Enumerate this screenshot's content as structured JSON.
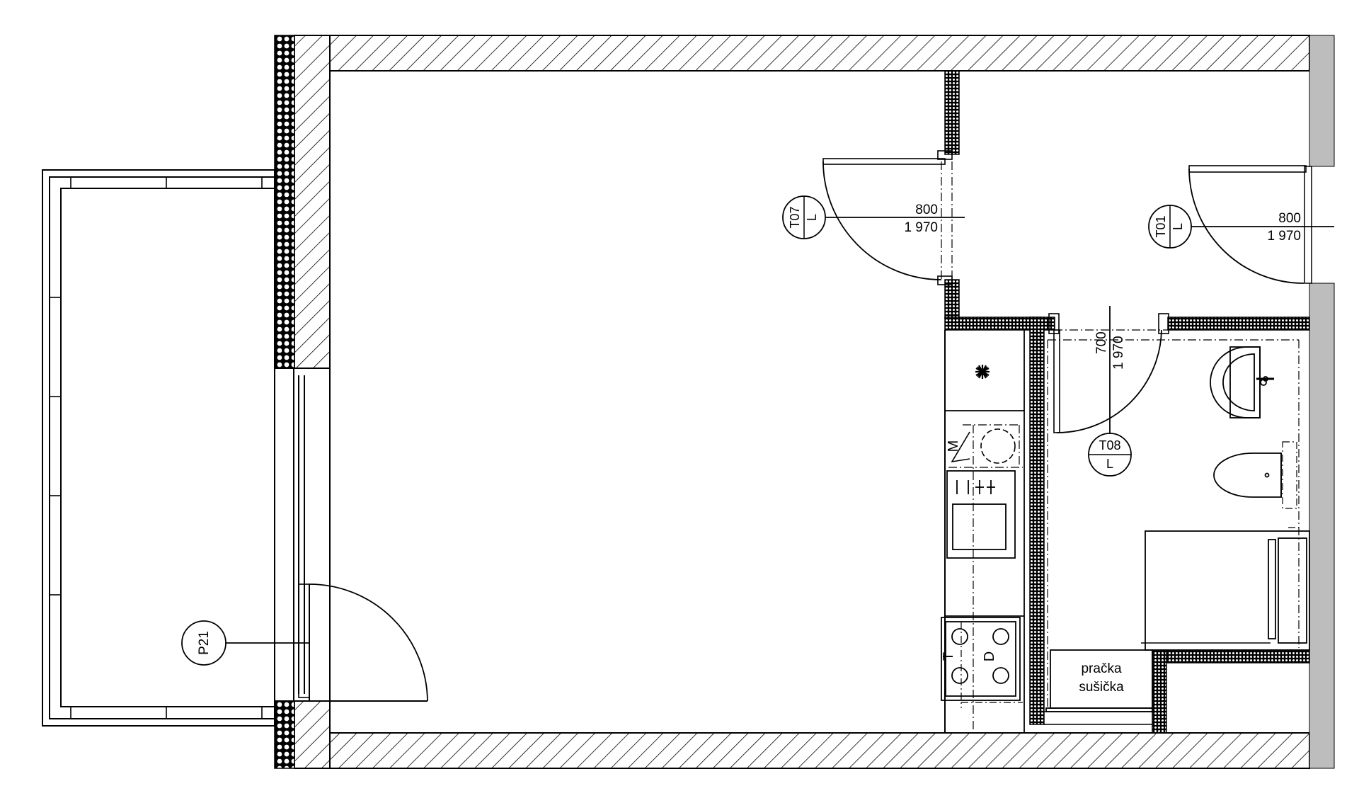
{
  "doors": [
    {
      "tag_top": "T07",
      "tag_bottom": "L",
      "width": "800",
      "height": "1 970"
    },
    {
      "tag_top": "T01",
      "tag_bottom": "L",
      "width": "800",
      "height": "1 970"
    },
    {
      "tag_top": "T08",
      "tag_bottom": "L",
      "width": "700",
      "height": "1 970"
    }
  ],
  "window_tag": "P21",
  "appliances": {
    "washer": "pračka",
    "dryer": "sušička",
    "microwave": "M",
    "hob_left": "T",
    "hob_right": "D"
  },
  "colors": {
    "line": "#000000",
    "adjacent_wall": "#bdbdbd",
    "background": "#ffffff"
  }
}
